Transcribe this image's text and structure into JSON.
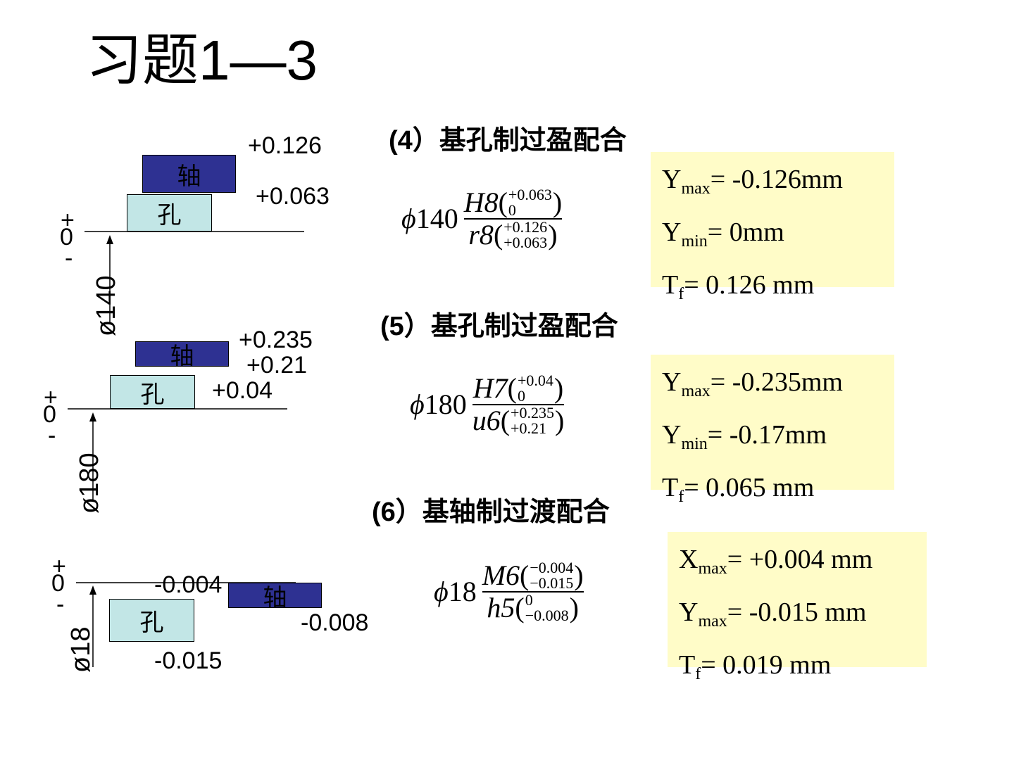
{
  "title": "习题1—3",
  "diagram1": {
    "shaft_label": "轴",
    "hole_label": "孔",
    "plus": "+",
    "zero": "0",
    "minus": "-",
    "upper_dev": "+0.126",
    "mid_dev": "+0.063",
    "size": "ø140"
  },
  "diagram2": {
    "shaft_label": "轴",
    "hole_label": "孔",
    "plus": "+",
    "zero": "0",
    "minus": "-",
    "upper_dev": "+0.235",
    "mid_dev": "+0.21",
    "hole_dev": "+0.04",
    "size": "ø180"
  },
  "diagram3": {
    "shaft_label": "轴",
    "hole_label": "孔",
    "plus": "+",
    "zero": "0",
    "minus": "-",
    "hole_upper": "-0.004",
    "shaft_lower": "-0.008",
    "hole_lower": "-0.015",
    "size": "ø18"
  },
  "sections": [
    {
      "heading": "(4）基孔制过盈配合",
      "phi": "ϕ",
      "size": "140",
      "hole_code": "H8",
      "hole_upper": "+0.063",
      "hole_lower": "0",
      "shaft_code": "r8",
      "shaft_upper": "+0.126",
      "shaft_lower": "+0.063",
      "results": [
        {
          "sym": "Y",
          "sub": "max",
          "val": "= -0.126mm"
        },
        {
          "sym": "Y",
          "sub": "min",
          "val": "=  0mm"
        },
        {
          "sym": "T",
          "sub": "f",
          "val": "= 0.126 mm"
        }
      ]
    },
    {
      "heading": "(5）基孔制过盈配合",
      "phi": "ϕ",
      "size": "180",
      "hole_code": "H7",
      "hole_upper": "+0.04",
      "hole_lower": "0",
      "shaft_code": "u6",
      "shaft_upper": "+0.235",
      "shaft_lower": "+0.21",
      "results": [
        {
          "sym": "Y",
          "sub": "max",
          "val": "= -0.235mm"
        },
        {
          "sym": "Y",
          "sub": "min",
          "val": "=  -0.17mm"
        },
        {
          "sym": "T",
          "sub": "f",
          "val": "= 0.065 mm"
        }
      ]
    },
    {
      "heading": "(6）基轴制过渡配合",
      "phi": "ϕ",
      "size": "18",
      "hole_code": "M6",
      "hole_upper": "−0.004",
      "hole_lower": "−0.015",
      "shaft_code": "h5",
      "shaft_upper": "0",
      "shaft_lower": "−0.008",
      "results": [
        {
          "sym": "X",
          "sub": "max",
          "val": "= +0.004 mm"
        },
        {
          "sym": "Y",
          "sub": "max",
          "val": "= -0.015 mm"
        },
        {
          "sym": "T",
          "sub": "f",
          "val": "= 0.019 mm"
        }
      ]
    }
  ],
  "colors": {
    "shaft": "#2e3192",
    "hole": "#c2e6e6",
    "result_bg": "#fffcc8"
  }
}
